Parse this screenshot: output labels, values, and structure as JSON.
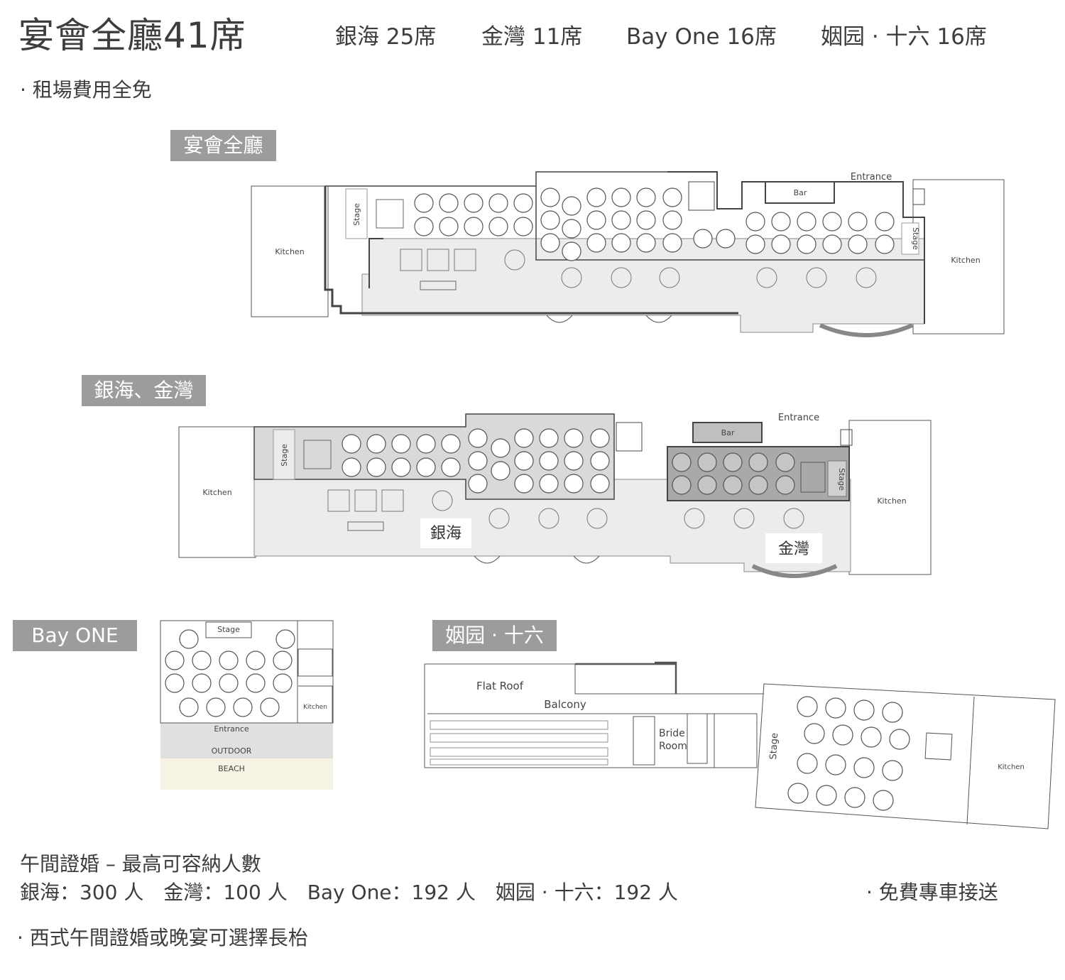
{
  "header": {
    "title": "宴會全廳41席",
    "capacities": [
      {
        "label": "銀海 25席"
      },
      {
        "label": "金灣 11席"
      },
      {
        "label": "Bay One 16席"
      },
      {
        "label": "姻园 · 十六 16席"
      }
    ],
    "note_rent_free": "·  租場費用全免"
  },
  "plans": {
    "full_hall": {
      "label": "宴會全廳",
      "kitchen_left": "Kitchen",
      "kitchen_right": "Kitchen",
      "stage_left": "Stage",
      "stage_right": "Stage",
      "bar": "Bar",
      "entrance": "Entrance"
    },
    "yinhai_jinwan": {
      "label": "銀海、金灣",
      "kitchen_left": "Kitchen",
      "kitchen_right": "Kitchen",
      "stage_left": "Stage",
      "stage_right": "Stage",
      "bar": "Bar",
      "entrance": "Entrance",
      "zone_yinhai": "銀海",
      "zone_jinwan": "金灣"
    },
    "bay_one": {
      "label": "Bay ONE",
      "stage": "Stage",
      "kitchen": "Kitchen",
      "entrance": "Entrance",
      "outdoor": "OUTDOOR",
      "beach": "BEACH"
    },
    "yinyuan": {
      "label": "姻园 · 十六",
      "flat_roof": "Flat Roof",
      "balcony": "Balcony",
      "bride_room_1": "Bride",
      "bride_room_2": "Room",
      "stage": "Stage",
      "kitchen": "Kitchen"
    }
  },
  "footer": {
    "heading": "午間證婚 – 最高可容納人數",
    "capacity_line": "銀海：300 人　金灣：100 人　Bay One：192 人　姻园 ·  十六：192 人",
    "shuttle": "·  免費專車接送",
    "long_table": "·  西式午間證婚或晚宴可選擇長枱"
  },
  "colors": {
    "text": "#3d3d3d",
    "label_bg": "#9c9c9c",
    "floor_light": "#ececec",
    "floor_mid": "#d9d9d9",
    "floor_dark": "#a9a9a9",
    "beach": "#f6f3e4",
    "wall": "#555555"
  }
}
